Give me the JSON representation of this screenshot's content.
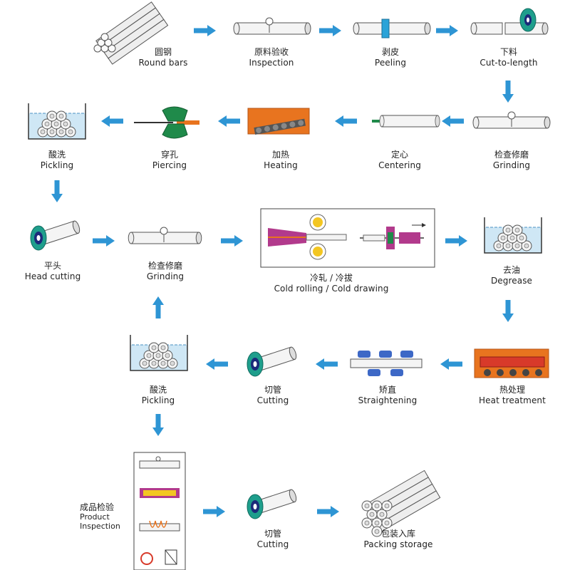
{
  "colors": {
    "arrow": "#2e95d4",
    "pipe": "#f4f4f4",
    "outline": "#555555",
    "blade": "#1e9e8c",
    "orange": "#e8741f",
    "green": "#1f8a4a",
    "magenta": "#b23a8c",
    "yellow": "#f3c622",
    "blue_roller": "#3d68c6"
  },
  "steps": {
    "round_bars": {
      "zh": "圆钢",
      "en": "Round bars"
    },
    "inspection": {
      "zh": "原料验收",
      "en": "Inspection"
    },
    "peeling": {
      "zh": "剥皮",
      "en": "Peeling"
    },
    "cut_to_length": {
      "zh": "下料",
      "en": "Cut-to-length"
    },
    "grinding_1": {
      "zh": "检查修磨",
      "en": "Grinding"
    },
    "centering": {
      "zh": "定心",
      "en": "Centering"
    },
    "heating": {
      "zh": "加热",
      "en": "Heating"
    },
    "piercing": {
      "zh": "穿孔",
      "en": "Piercing"
    },
    "pickling_1": {
      "zh": "酸洗",
      "en": "Pickling"
    },
    "head_cutting": {
      "zh": "平头",
      "en": "Head cutting"
    },
    "grinding_2": {
      "zh": "检查修磨",
      "en": "Grinding"
    },
    "cold_rolling": {
      "zh": "冷轧 / 冷拔",
      "en": "Cold rolling / Cold drawing"
    },
    "degrease": {
      "zh": "去油",
      "en": "Degrease"
    },
    "heat_treatment": {
      "zh": "热处理",
      "en": "Heat treatment"
    },
    "straightening": {
      "zh": "矫直",
      "en": "Straightening"
    },
    "cutting_1": {
      "zh": "切管",
      "en": "Cutting"
    },
    "pickling_2": {
      "zh": "酸洗",
      "en": "Pickling"
    },
    "product_inspection": {
      "zh": "成品检验",
      "en1": "Product",
      "en2": "Inspection"
    },
    "cutting_2": {
      "zh": "切管",
      "en": "Cutting"
    },
    "packing": {
      "zh": "包装入库",
      "en": "Packing storage"
    }
  }
}
